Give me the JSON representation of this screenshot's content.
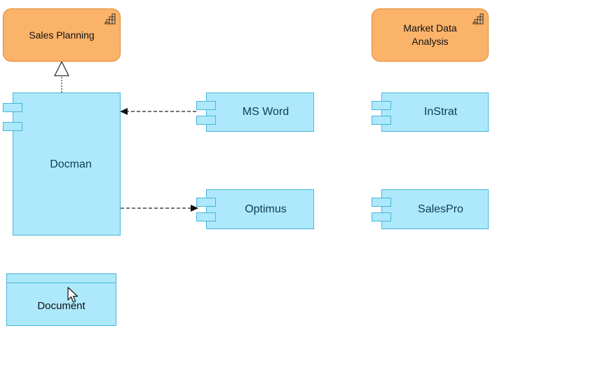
{
  "diagram": {
    "business_functions": [
      {
        "id": "sales-planning",
        "label": "Sales Planning"
      },
      {
        "id": "market-data-analysis",
        "label": "Market Data\nAnalysis"
      }
    ],
    "components": [
      {
        "id": "docman",
        "label": "Docman"
      },
      {
        "id": "ms-word",
        "label": "MS Word"
      },
      {
        "id": "optimus",
        "label": "Optimus"
      },
      {
        "id": "instrat",
        "label": "InStrat"
      },
      {
        "id": "salespro",
        "label": "SalesPro"
      }
    ],
    "data_objects": [
      {
        "id": "document",
        "label": "Document"
      }
    ],
    "relations": [
      {
        "from": "docman",
        "to": "sales-planning",
        "type": "realization"
      },
      {
        "from": "ms-word",
        "to": "docman",
        "type": "flow"
      },
      {
        "from": "docman",
        "to": "optimus",
        "type": "flow"
      }
    ]
  },
  "colors": {
    "function_fill": "#fbb36a",
    "function_border": "#e3892c",
    "component_fill": "#aee8fb",
    "component_border": "#46b6da"
  },
  "icons": {
    "function_icon": "business-function-icon",
    "component_icon": "component-tab-icon",
    "cursor": "mouse-pointer-icon"
  }
}
